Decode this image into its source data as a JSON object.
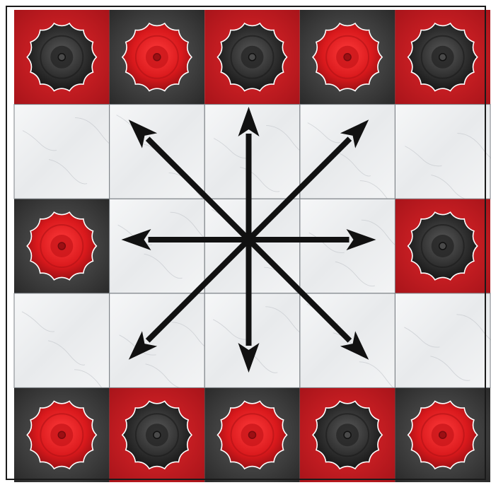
{
  "board": {
    "rows": 5,
    "cols": 5,
    "colors": {
      "frame": "#1a1a1a",
      "red_square": "#c41a1a",
      "black_square": "#3a3a3a",
      "marble_base": "#eef0f1",
      "marble_vein": "#b9bec3",
      "grid_line": "#7d8287",
      "red_piece": "#e01a1a",
      "black_piece": "#2a2a2a",
      "piece_edge": "#ffffff",
      "arrow": "#111111"
    },
    "grid": [
      [
        "red",
        "black",
        "red",
        "black",
        "red"
      ],
      [
        "marble",
        "marble",
        "marble",
        "marble",
        "marble"
      ],
      [
        "black",
        "marble",
        "marble",
        "marble",
        "red"
      ],
      [
        "marble",
        "marble",
        "marble",
        "marble",
        "marble"
      ],
      [
        "black",
        "red",
        "black",
        "red",
        "black"
      ]
    ],
    "pieces": [
      {
        "row": 0,
        "col": 0,
        "color": "black"
      },
      {
        "row": 0,
        "col": 1,
        "color": "red"
      },
      {
        "row": 0,
        "col": 2,
        "color": "black"
      },
      {
        "row": 0,
        "col": 3,
        "color": "red"
      },
      {
        "row": 0,
        "col": 4,
        "color": "black"
      },
      {
        "row": 2,
        "col": 0,
        "color": "red"
      },
      {
        "row": 2,
        "col": 4,
        "color": "black"
      },
      {
        "row": 4,
        "col": 0,
        "color": "red"
      },
      {
        "row": 4,
        "col": 1,
        "color": "black"
      },
      {
        "row": 4,
        "col": 2,
        "color": "red"
      },
      {
        "row": 4,
        "col": 3,
        "color": "black"
      },
      {
        "row": 4,
        "col": 4,
        "color": "red"
      }
    ],
    "move_directions": [
      "up",
      "up-right",
      "right",
      "down-right",
      "down",
      "down-left",
      "left",
      "up-left"
    ],
    "piece_icon": "scalloped-checker-icon",
    "arrow_icon": "double-arrow-icon"
  }
}
